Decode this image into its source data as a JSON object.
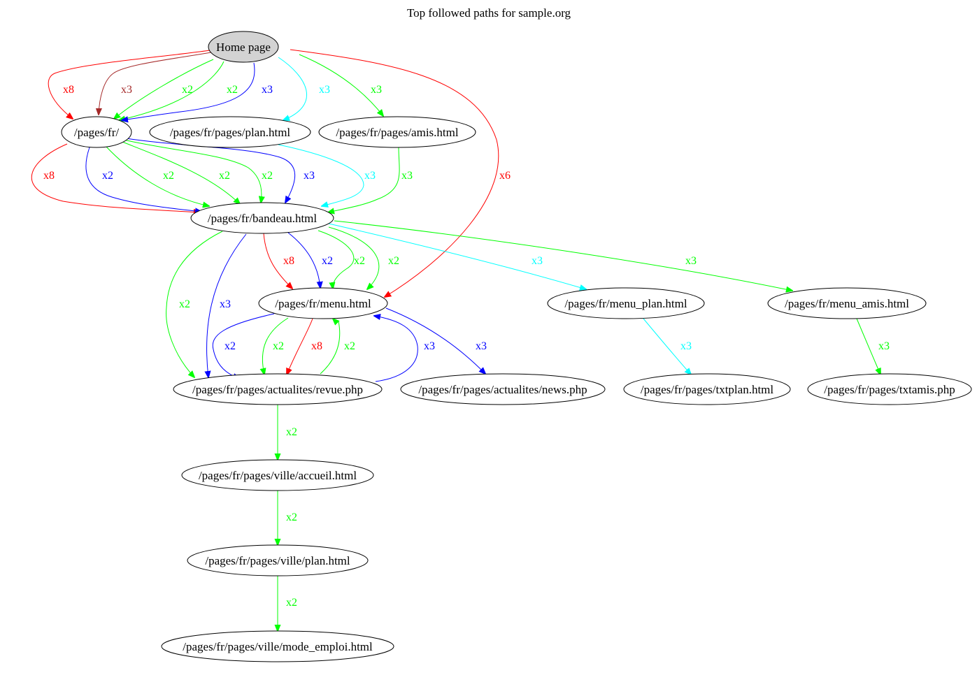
{
  "title": "Top followed paths for sample.org",
  "colors": {
    "red": "#ff0000",
    "brown": "#a52a2a",
    "green": "#00ff00",
    "blue": "#0000ff",
    "cyan": "#00ffff",
    "root_fill": "#d3d3d3",
    "node_fill": "#ffffff"
  },
  "nodes": {
    "home": "Home page",
    "fr": "/pages/fr/",
    "plan": "/pages/fr/pages/plan.html",
    "amis": "/pages/fr/pages/amis.html",
    "bandeau": "/pages/fr/bandeau.html",
    "menu": "/pages/fr/menu.html",
    "menu_plan": "/pages/fr/menu_plan.html",
    "menu_amis": "/pages/fr/menu_amis.html",
    "revue": "/pages/fr/pages/actualites/revue.php",
    "news": "/pages/fr/pages/actualites/news.php",
    "txtplan": "/pages/fr/pages/txtplan.html",
    "txtamis": "/pages/fr/pages/txtamis.php",
    "accueil": "/pages/fr/pages/ville/accueil.html",
    "villeplan": "/pages/fr/pages/ville/plan.html",
    "mode": "/pages/fr/pages/ville/mode_emploi.html"
  },
  "edges": [
    {
      "from": "home",
      "to": "fr",
      "label": "x8",
      "color": "red"
    },
    {
      "from": "home",
      "to": "fr",
      "label": "x3",
      "color": "brown"
    },
    {
      "from": "home",
      "to": "fr",
      "label": "x2",
      "color": "green"
    },
    {
      "from": "home",
      "to": "fr",
      "label": "x2",
      "color": "green"
    },
    {
      "from": "home",
      "to": "fr",
      "label": "x3",
      "color": "blue"
    },
    {
      "from": "home",
      "to": "plan",
      "label": "x3",
      "color": "cyan"
    },
    {
      "from": "home",
      "to": "amis",
      "label": "x3",
      "color": "green"
    },
    {
      "from": "home",
      "to": "menu",
      "label": "x6",
      "color": "red"
    },
    {
      "from": "fr",
      "to": "bandeau",
      "label": "x8",
      "color": "red"
    },
    {
      "from": "fr",
      "to": "bandeau",
      "label": "x2",
      "color": "blue"
    },
    {
      "from": "fr",
      "to": "bandeau",
      "label": "x2",
      "color": "green"
    },
    {
      "from": "fr",
      "to": "bandeau",
      "label": "x2",
      "color": "green"
    },
    {
      "from": "fr",
      "to": "bandeau",
      "label": "x2",
      "color": "green"
    },
    {
      "from": "fr",
      "to": "bandeau",
      "label": "x3",
      "color": "blue"
    },
    {
      "from": "plan",
      "to": "bandeau",
      "label": "x3",
      "color": "cyan"
    },
    {
      "from": "amis",
      "to": "bandeau",
      "label": "x3",
      "color": "green"
    },
    {
      "from": "bandeau",
      "to": "menu",
      "label": "x8",
      "color": "red"
    },
    {
      "from": "bandeau",
      "to": "menu",
      "label": "x2",
      "color": "blue"
    },
    {
      "from": "bandeau",
      "to": "menu",
      "label": "x2",
      "color": "green"
    },
    {
      "from": "bandeau",
      "to": "menu",
      "label": "x2",
      "color": "green"
    },
    {
      "from": "bandeau",
      "to": "menu_plan",
      "label": "x3",
      "color": "cyan"
    },
    {
      "from": "bandeau",
      "to": "menu_amis",
      "label": "x3",
      "color": "green"
    },
    {
      "from": "bandeau",
      "to": "revue",
      "label": "x2",
      "color": "green"
    },
    {
      "from": "bandeau",
      "to": "revue",
      "label": "x3",
      "color": "blue"
    },
    {
      "from": "menu",
      "to": "revue",
      "label": "x2",
      "color": "blue"
    },
    {
      "from": "menu",
      "to": "revue",
      "label": "x2",
      "color": "green"
    },
    {
      "from": "menu",
      "to": "revue",
      "label": "x8",
      "color": "red"
    },
    {
      "from": "revue",
      "to": "menu",
      "label": "x2",
      "color": "green"
    },
    {
      "from": "revue",
      "to": "menu",
      "label": "x3",
      "color": "blue"
    },
    {
      "from": "menu",
      "to": "news",
      "label": "x3",
      "color": "blue"
    },
    {
      "from": "menu_plan",
      "to": "txtplan",
      "label": "x3",
      "color": "cyan"
    },
    {
      "from": "menu_amis",
      "to": "txtamis",
      "label": "x3",
      "color": "green"
    },
    {
      "from": "revue",
      "to": "accueil",
      "label": "x2",
      "color": "green"
    },
    {
      "from": "accueil",
      "to": "villeplan",
      "label": "x2",
      "color": "green"
    },
    {
      "from": "villeplan",
      "to": "mode",
      "label": "x2",
      "color": "green"
    }
  ]
}
